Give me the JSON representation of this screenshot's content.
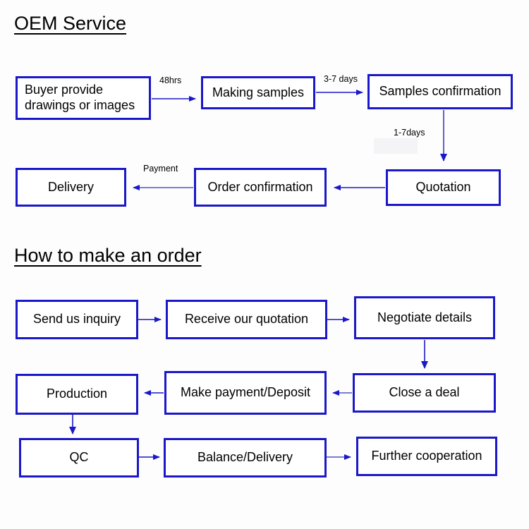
{
  "page": {
    "background": "#fdfdfd",
    "box_border_color": "#1a18c8",
    "arrow_color": "#1a18c8",
    "text_color": "#000000"
  },
  "sections": [
    {
      "id": "oem-service",
      "heading": "OEM Service",
      "nodes": [
        {
          "id": "buyer-provide-drawings",
          "label": "Buyer provide\ndrawings or images",
          "line1": "Buyer provide",
          "line2": "drawings or images"
        },
        {
          "id": "making-samples",
          "label": "Making samples"
        },
        {
          "id": "samples-confirmation",
          "label": "Samples confirmation"
        },
        {
          "id": "quotation",
          "label": "Quotation"
        },
        {
          "id": "order-confirmation",
          "label": "Order confirmation"
        },
        {
          "id": "delivery",
          "label": "Delivery"
        }
      ],
      "edge_labels": [
        {
          "id": "edge-48hrs",
          "text": "48hrs"
        },
        {
          "id": "edge-3-7-days",
          "text": "3-7 days"
        },
        {
          "id": "edge-1-7days",
          "text": "1-7days"
        },
        {
          "id": "edge-payment",
          "text": "Payment"
        }
      ]
    },
    {
      "id": "how-to-make-an-order",
      "heading": "How to make an order",
      "nodes": [
        {
          "id": "send-us-inquiry",
          "label": "Send us inquiry"
        },
        {
          "id": "receive-our-quotation",
          "label": "Receive our quotation"
        },
        {
          "id": "negotiate-details",
          "label": "Negotiate details"
        },
        {
          "id": "close-a-deal",
          "label": "Close a deal"
        },
        {
          "id": "make-payment-deposit",
          "label": "Make payment/Deposit"
        },
        {
          "id": "production",
          "label": "Production"
        },
        {
          "id": "qc",
          "label": "QC"
        },
        {
          "id": "balance-delivery",
          "label": "Balance/Delivery"
        },
        {
          "id": "further-cooperation",
          "label": "Further cooperation"
        }
      ],
      "edge_labels": []
    }
  ]
}
